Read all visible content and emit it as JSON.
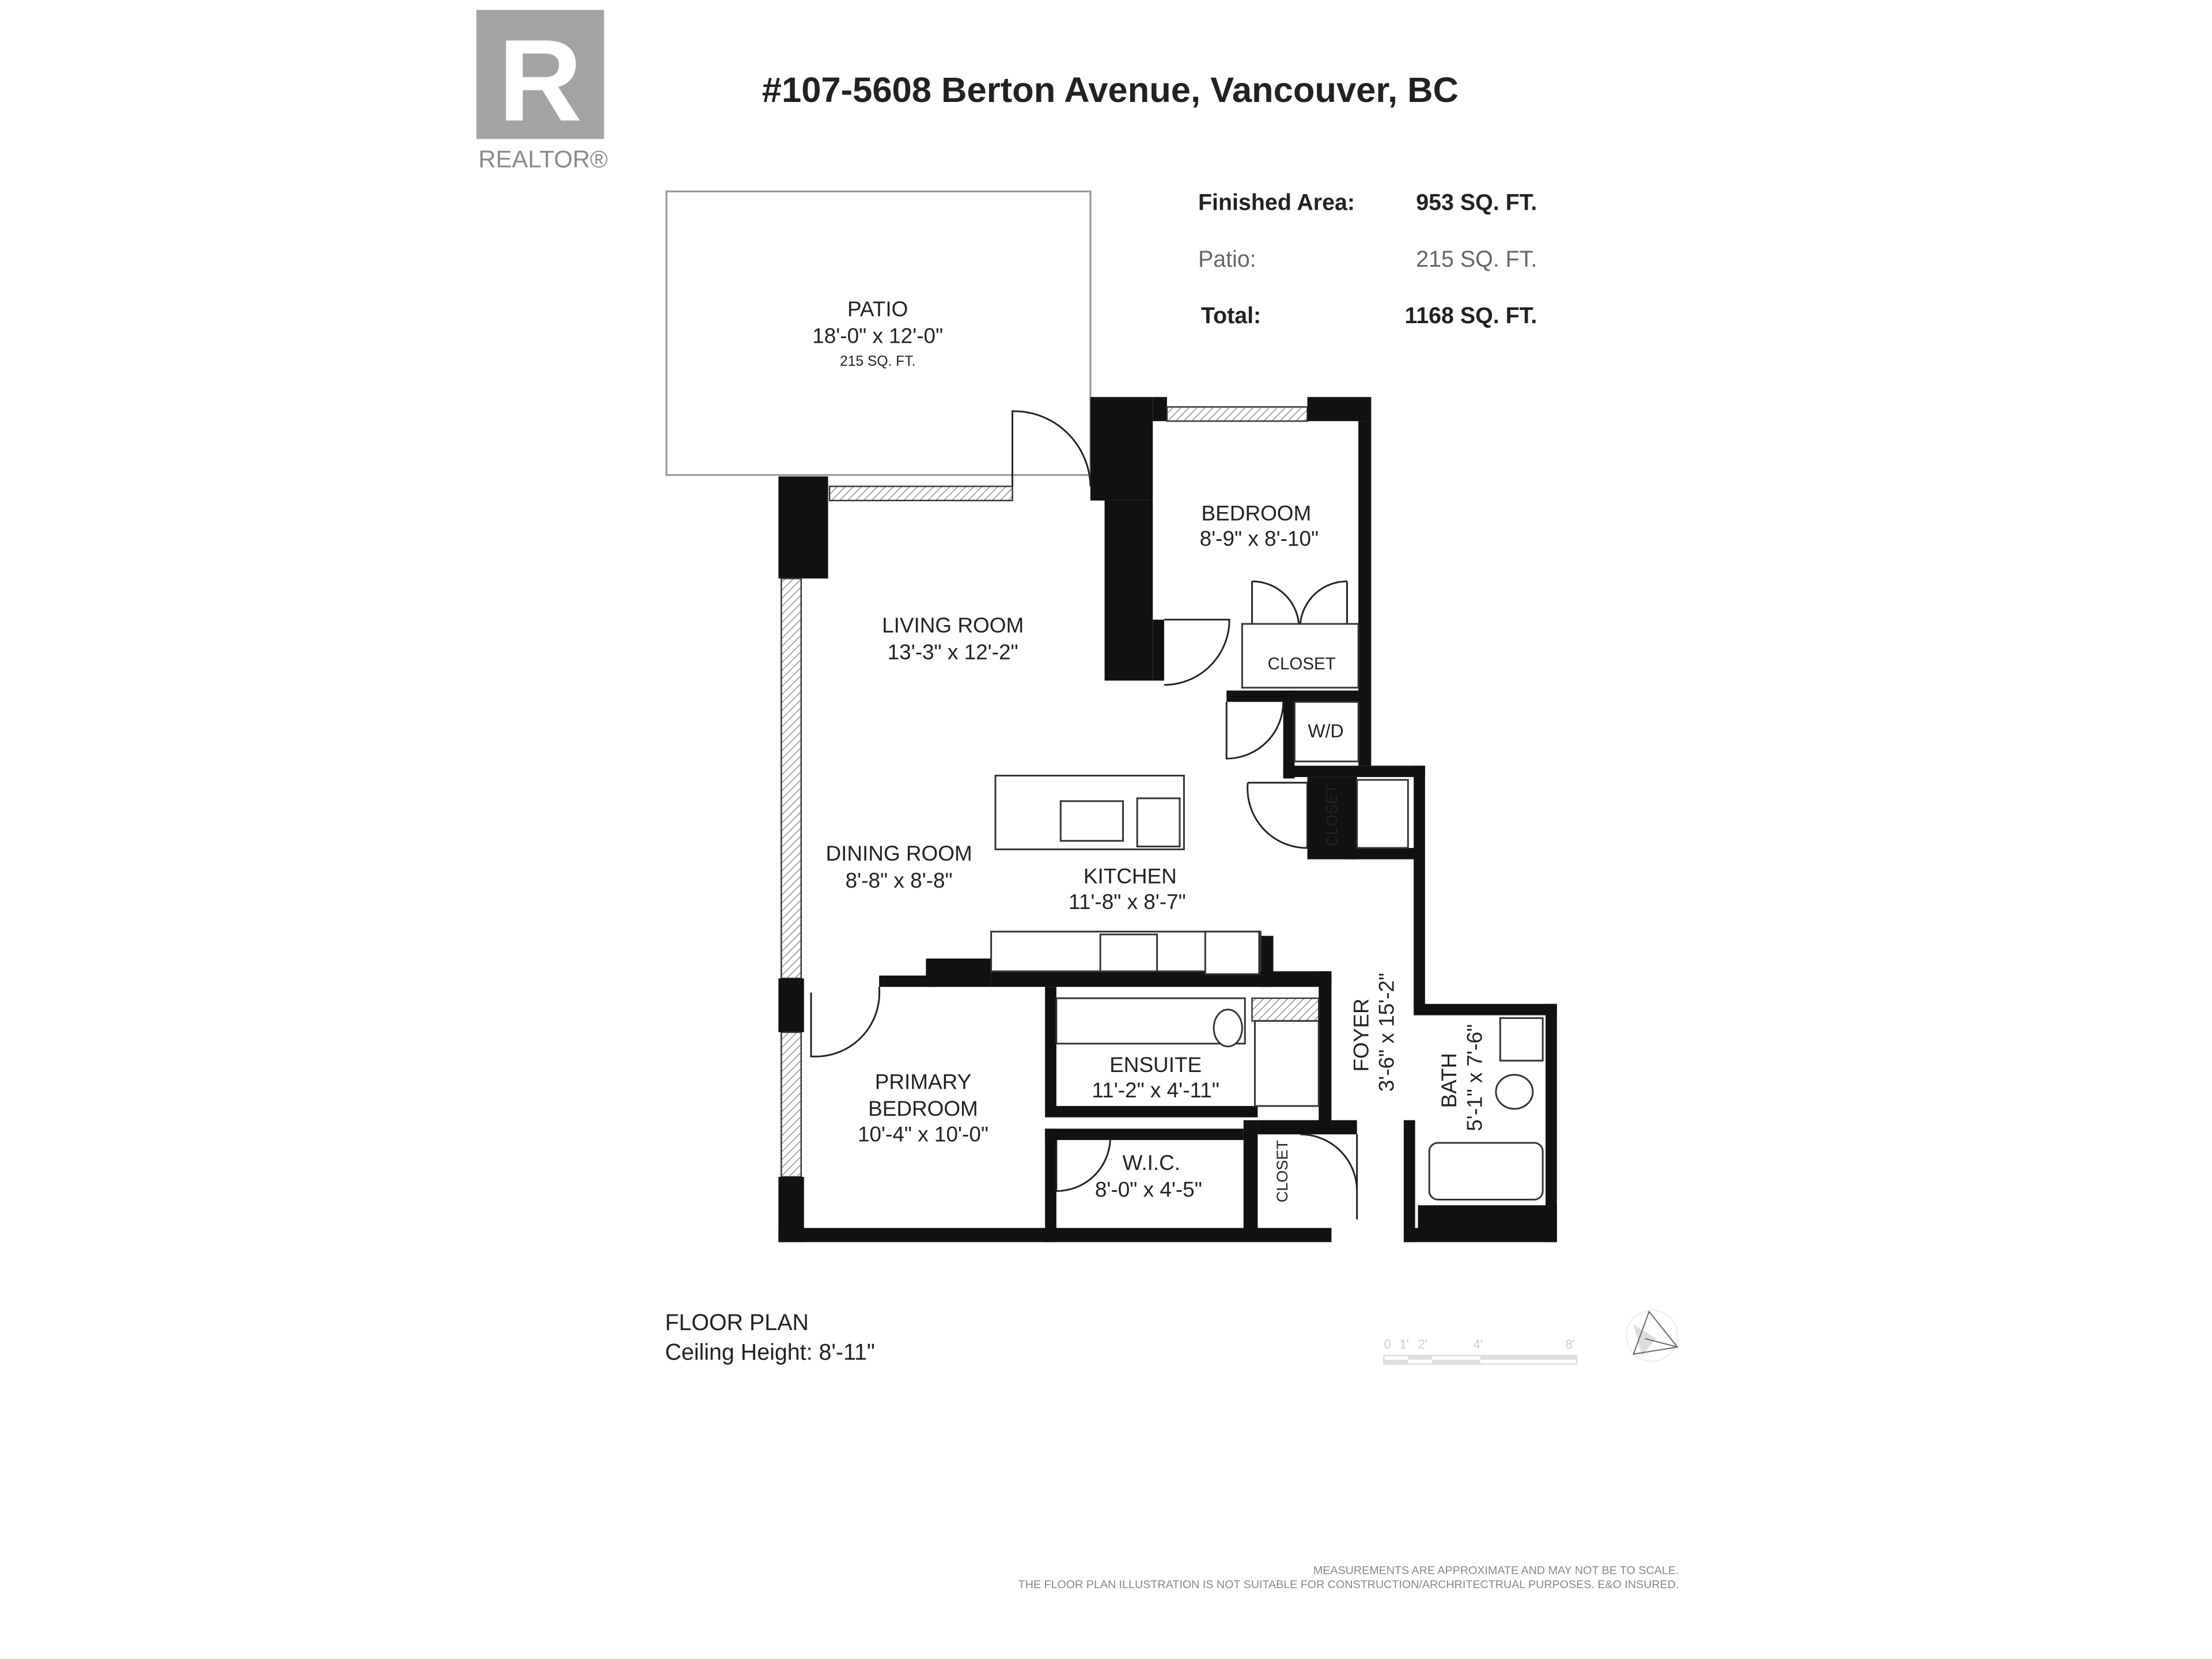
{
  "logo": {
    "text": "REALTOR®",
    "letter": "R"
  },
  "title": "#107-5608 Berton Avenue, Vancouver, BC",
  "areas": [
    {
      "label": "Finished Area:",
      "value": "953 SQ. FT."
    },
    {
      "label": "Patio:",
      "value": "215 SQ. FT."
    },
    {
      "label": "Total:",
      "value": "1168 SQ. FT."
    }
  ],
  "rooms": {
    "patio": {
      "name": "PATIO",
      "dims": "18'-0\" x 12'-0\"",
      "area": "215 SQ. FT."
    },
    "bedroom": {
      "name": "BEDROOM",
      "dims": "8'-9\" x 8'-10\""
    },
    "closet1": {
      "name": "CLOSET"
    },
    "wd": {
      "name": "W/D"
    },
    "closet2": {
      "name": "CLOSET"
    },
    "living": {
      "name": "LIVING ROOM",
      "dims": "13'-3\" x 12'-2\""
    },
    "dining": {
      "name": "DINING ROOM",
      "dims": "8'-8\" x 8'-8\""
    },
    "kitchen": {
      "name": "KITCHEN",
      "dims": "11'-8\" x 8'-7\""
    },
    "ensuite": {
      "name": "ENSUITE",
      "dims": "11'-2\" x 4'-11\""
    },
    "primary": {
      "name1": "PRIMARY",
      "name2": "BEDROOM",
      "dims": "10'-4\" x 10'-0\""
    },
    "wic": {
      "name": "W.I.C.",
      "dims": "8'-0\" x 4'-5\""
    },
    "closet3": {
      "name": "CLOSET"
    },
    "foyer": {
      "name": "FOYER",
      "dims": "3'-6\" x 15'-2\""
    },
    "bath": {
      "name": "BATH",
      "dims": "5'-1\" x 7'-6\""
    }
  },
  "plan": {
    "label": "FLOOR PLAN",
    "ceiling": "Ceiling Height: 8'-11\""
  },
  "scale": {
    "ticks": [
      "0",
      "1'",
      "2'",
      "4'",
      "8'"
    ]
  },
  "disclaimer": {
    "line1": "MEASUREMENTS ARE APPROXIMATE AND MAY NOT BE TO SCALE.",
    "line2": "THE FLOOR PLAN ILLUSTRATION IS NOT SUITABLE FOR CONSTRUCTION/ARCHRITECTRUAL PURPOSES. E&O INSURED."
  }
}
